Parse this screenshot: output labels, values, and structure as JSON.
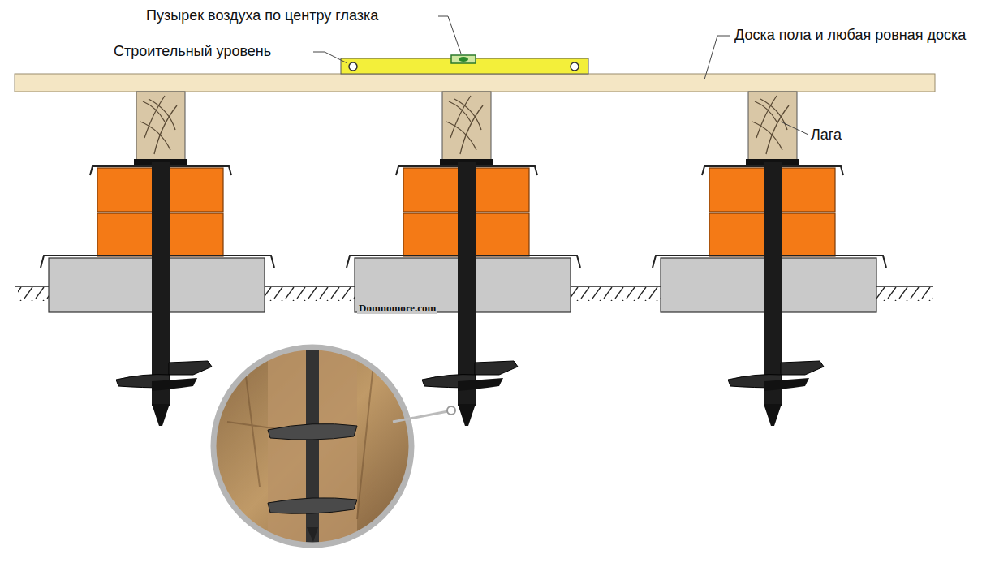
{
  "diagram": {
    "labels": [
      "Пузырек воздуха по центру глазка",
      "Строительный уровень",
      "Доска пола и любая ровная доска",
      "Лага",
      "Domnomore.com"
    ]
  }
}
